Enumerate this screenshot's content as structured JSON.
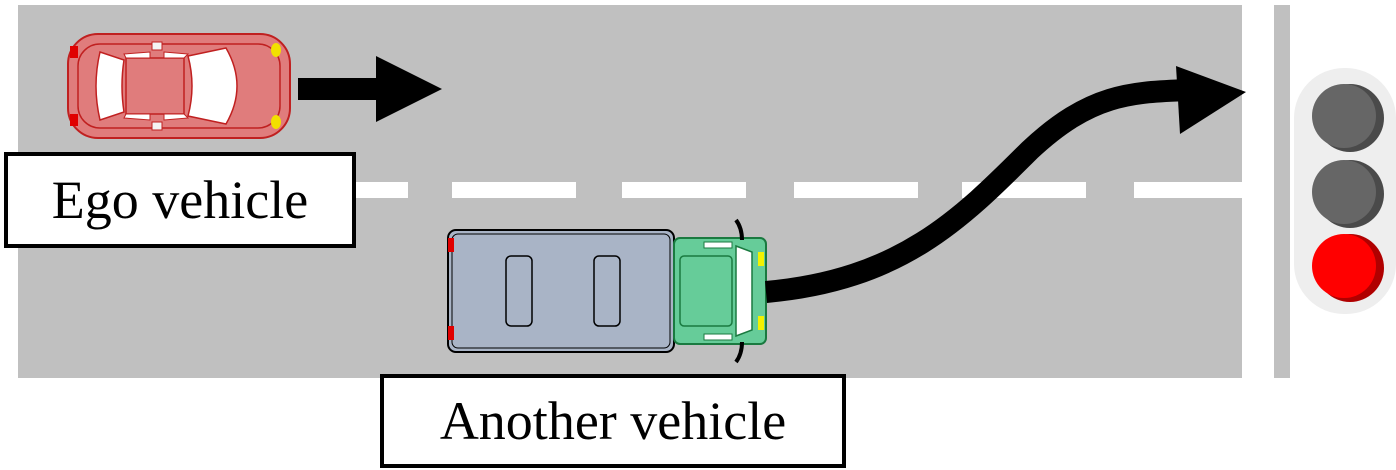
{
  "labels": {
    "ego": "Ego vehicle",
    "other": "Another vehicle"
  },
  "colors": {
    "road": "#c0c0c0",
    "lane_marking": "#ffffff",
    "ego_car_body": "#e07c7c",
    "truck_cargo": "#a9b4c6",
    "truck_cab": "#66cc99",
    "arrow": "#000000",
    "light_off": "#666666",
    "light_red": "#ff0000"
  },
  "traffic_light": {
    "lamps": [
      "off",
      "off",
      "red"
    ]
  },
  "icons": [
    "ego-car-icon",
    "truck-icon",
    "ego-straight-arrow",
    "lane-change-arrow",
    "traffic-light-icon"
  ]
}
